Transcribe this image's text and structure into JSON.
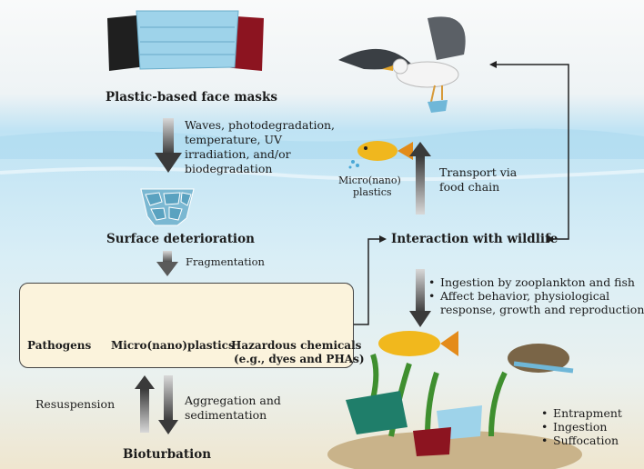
{
  "colors": {
    "sky_top": "#f7f8f9",
    "water": "#bfe3f4",
    "seabed": "#e9e2cc",
    "box_fill": "#fbf3dc",
    "arrow_dark": "#3a3a3a"
  },
  "masks": {
    "label": "Plastic-based face masks"
  },
  "degradation": {
    "text": [
      "Waves, photodegradation,",
      "temperature, UV",
      "irradiation, and/or",
      "biodegradation"
    ]
  },
  "surface": {
    "label": "Surface deterioration"
  },
  "fragmentation": {
    "label": "Fragmentation"
  },
  "box": {
    "pathogens": "Pathogens",
    "microplastics": "Micro(nano)plastics",
    "hazard_line1": "Hazardous chemicals",
    "hazard_line2": "(e.g., dyes and PHAs)"
  },
  "resuspension": {
    "label": "Resuspension"
  },
  "aggregation": {
    "line1": "Aggregation and",
    "line2": "sedimentation"
  },
  "bioturbation": {
    "label": "Bioturbation"
  },
  "wildlife": {
    "label": "Interaction with wildlife"
  },
  "fish_top": {
    "line1": "Micro(nano)",
    "line2": "plastics"
  },
  "transport": {
    "line1": "Transport via",
    "line2": "food chain"
  },
  "effects": [
    "Ingestion by zooplankton and fish",
    "Affect behavior, physiological",
    "response, growth and reproduction"
  ],
  "outcomes": [
    "Entrapment",
    "Ingestion",
    "Suffocation"
  ]
}
